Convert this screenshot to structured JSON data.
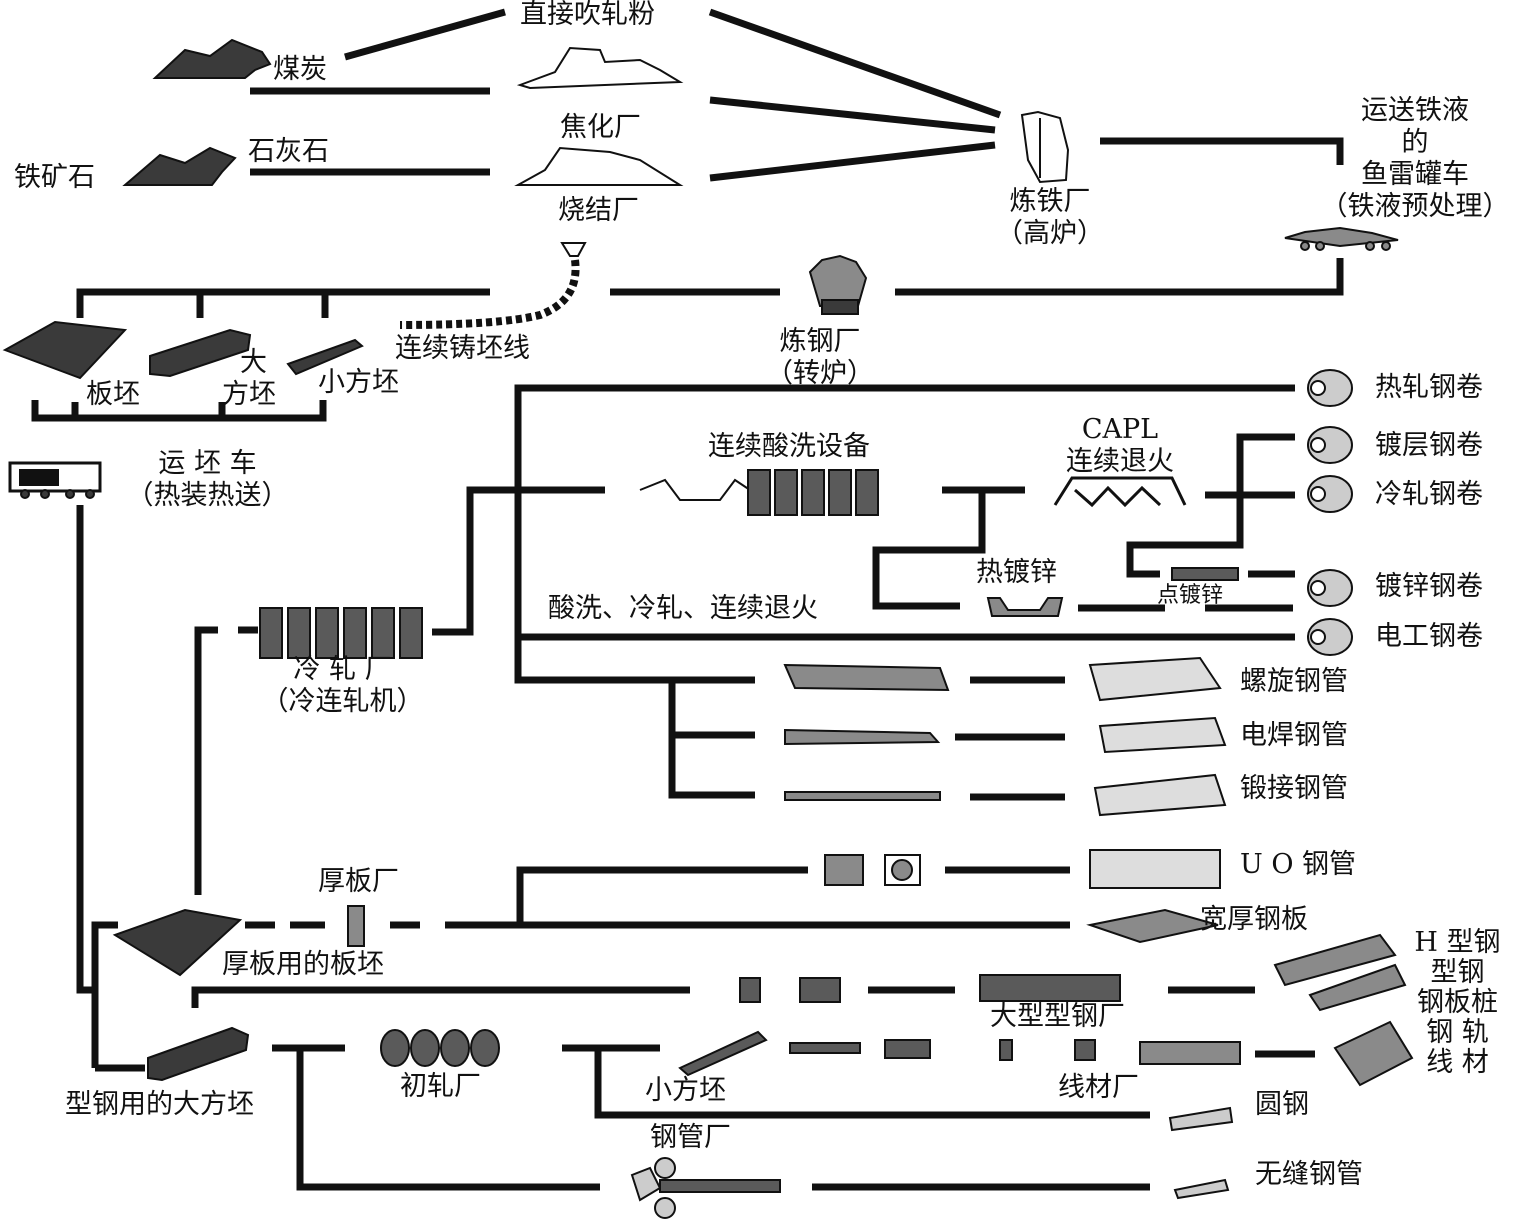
{
  "colors": {
    "line": "#111111",
    "icon": "#3a3a3a",
    "icon_light": "#8a8a8a",
    "background": "#ffffff"
  },
  "icons": [
    "coal-pile-icon",
    "ore-pile-icon",
    "coke-oven-icon",
    "sinter-plant-icon",
    "blast-furnace-icon",
    "torpedo-car-icon",
    "converter-icon",
    "continuous-caster-icon",
    "slab-icon",
    "bloom-icon",
    "billet-icon",
    "transfer-car-icon",
    "cold-mill-stand-icon",
    "pickling-line-icon",
    "annealing-furnace-icon",
    "galvanizing-bath-icon",
    "coil-icon",
    "pipe-bundle-icon",
    "plate-mill-icon",
    "section-mill-icon",
    "blooming-mill-icon",
    "wire-rod-mill-icon",
    "tube-mill-icon",
    "steel-sheet-icon"
  ],
  "raw": {
    "direct_injection": "直接吹轧粉",
    "coal": "煤炭",
    "limestone": "石灰石",
    "iron_ore": "铁矿石",
    "coking": "焦化厂",
    "sintering": "烧结厂"
  },
  "ironmaking": {
    "line1": "炼铁厂",
    "line2": "（高炉）"
  },
  "torpedo": {
    "line1": "运送铁液",
    "line2": "的",
    "line3": "鱼雷罐车",
    "line4": "（铁液预处理）"
  },
  "steelmaking": {
    "line1": "炼钢厂",
    "line2": "（转炉）"
  },
  "casting": {
    "line": "连续铸坯线",
    "slab": "板坯",
    "bloom_1": "大",
    "bloom_2": "方坯",
    "billet": "小方坯"
  },
  "transfer": {
    "line1": "运 坯 车",
    "line2": "（热装热送）"
  },
  "cold_mill": {
    "line1": "冷 轧 厂",
    "line2": "（冷连轧机）"
  },
  "pickling": "连续酸洗设备",
  "capl": {
    "line1": "CAPL",
    "line2": "连续退火"
  },
  "hot_dip_galv": "热镀锌",
  "electro_galv": "点镀锌",
  "pcl_route": "酸洗、冷轧、连续退火",
  "coils": {
    "hot_rolled": "热轧钢卷",
    "coated": "镀层钢卷",
    "cold_rolled": "冷轧钢卷",
    "galvanized": "镀锌钢卷",
    "electrical": "电工钢卷"
  },
  "pipes": {
    "spiral": "螺旋钢管",
    "erw": "电焊钢管",
    "butt_weld": "锻接钢管",
    "uo": "U O 钢管"
  },
  "plate_mill": "厚板厂",
  "plate_slab": "厚板用的板坯",
  "heavy_plate": "宽厚钢板",
  "sections": {
    "h_beam": "H 型钢",
    "shapes": "型钢",
    "sheet_pile": "钢板桩",
    "rail": "钢 轨",
    "wire": "线 材"
  },
  "section_mill": "大型型钢厂",
  "wire_mill": "线材厂",
  "bloom_for_sections": "型钢用的大方坯",
  "blooming_mill": "初轧厂",
  "small_billet": "小方坯",
  "round_bar": "圆钢",
  "tube_mill": "钢管厂",
  "seamless": "无缝钢管"
}
